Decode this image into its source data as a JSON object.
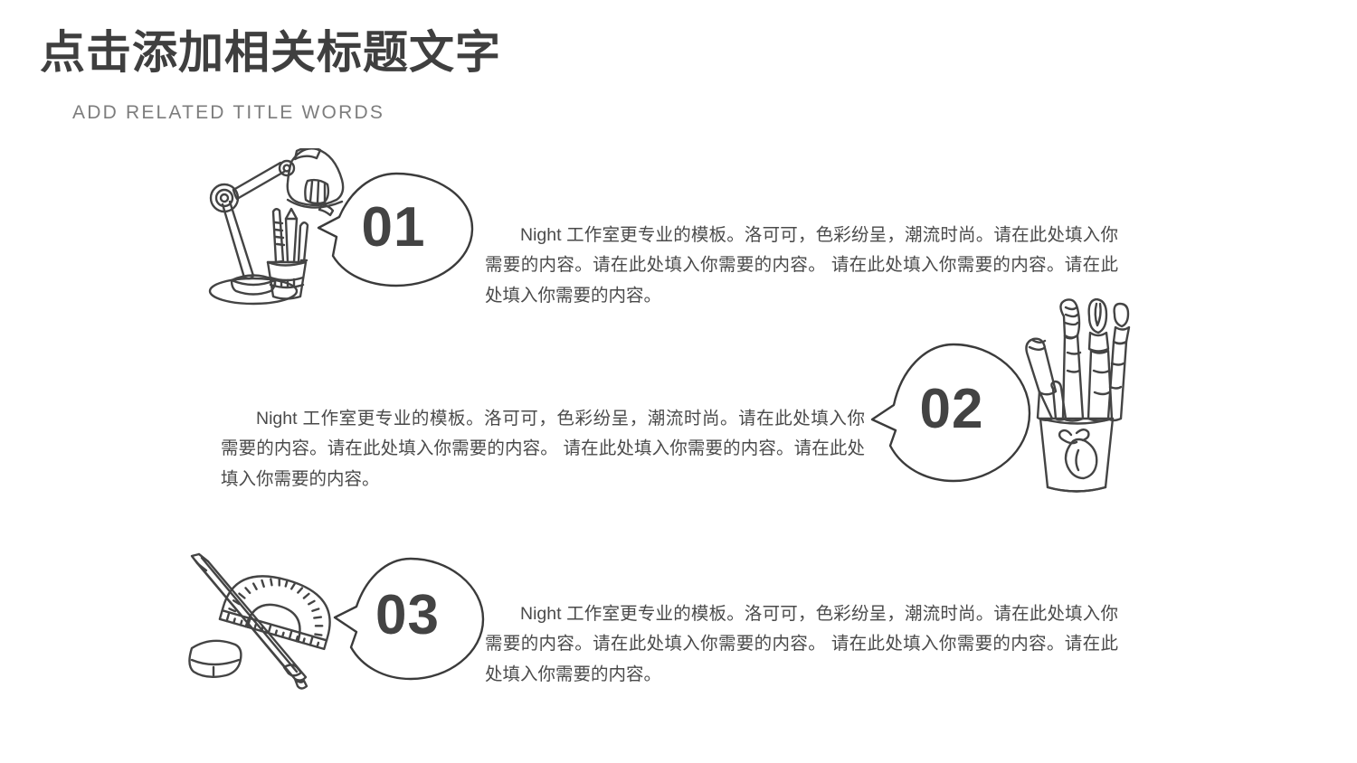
{
  "header": {
    "title": "点击添加相关标题文字",
    "subtitle": "ADD RELATED TITLE WORDS",
    "title_color": "#3f3f3f",
    "subtitle_color": "#7d7d7d"
  },
  "theme": {
    "background": "#ffffff",
    "ink": "#444444",
    "number_color": "#434343",
    "body_text_color": "#4a4a4a"
  },
  "items": [
    {
      "number": "01",
      "icon": "desk-lamp-and-pencil-cup-icon",
      "text": "Night 工作室更专业的模板。洛可可，色彩纷呈，潮流时尚。请在此处填入你需要的内容。请在此处填入你需要的内容。 请在此处填入你需要的内容。请在此处填入你需要的内容。"
    },
    {
      "number": "02",
      "icon": "paintbrush-cup-icon",
      "text": "Night 工作室更专业的模板。洛可可，色彩纷呈，潮流时尚。请在此处填入你需要的内容。请在此处填入你需要的内容。 请在此处填入你需要的内容。请在此处填入你需要的内容。"
    },
    {
      "number": "03",
      "icon": "protractor-pen-eraser-icon",
      "text": "Night 工作室更专业的模板。洛可可，色彩纷呈，潮流时尚。请在此处填入你需要的内容。请在此处填入你需要的内容。 请在此处填入你需要的内容。请在此处填入你需要的内容。"
    }
  ]
}
